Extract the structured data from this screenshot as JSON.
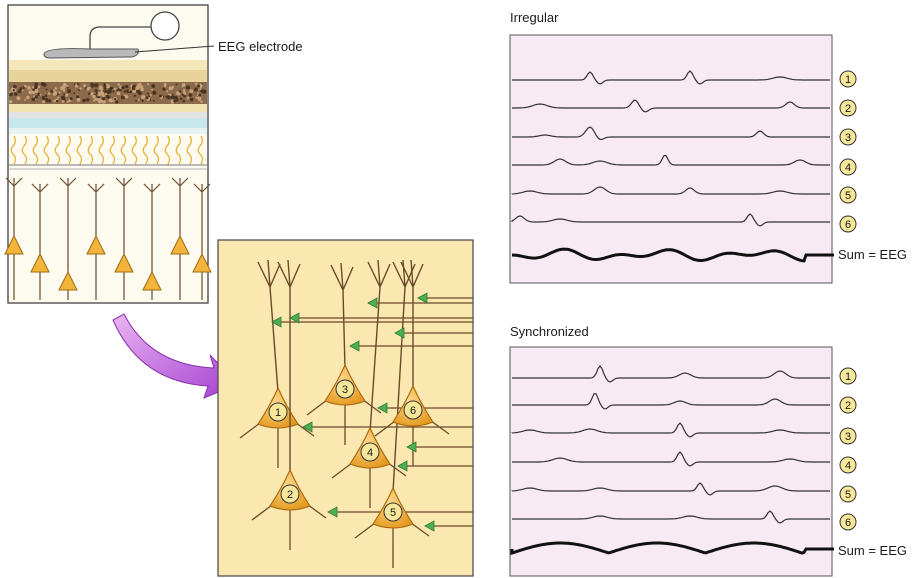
{
  "labels": {
    "electrode": "EEG electrode",
    "irregular_title": "Irregular",
    "synchronized_title": "Synchronized",
    "sum_label": "Sum = EEG"
  },
  "neuron_numbers": [
    "1",
    "2",
    "3",
    "4",
    "5",
    "6"
  ],
  "trace_numbers": [
    "1",
    "2",
    "3",
    "4",
    "5",
    "6"
  ],
  "colors": {
    "panel_pink": "#f7eaf2",
    "neuron_gold": "#f2b53a",
    "block_bg": "#fbe7b0",
    "synapse_green": "#4caf50",
    "arrow_purple": "#b04fd6",
    "badge_yellow": "#f7e79a"
  }
}
